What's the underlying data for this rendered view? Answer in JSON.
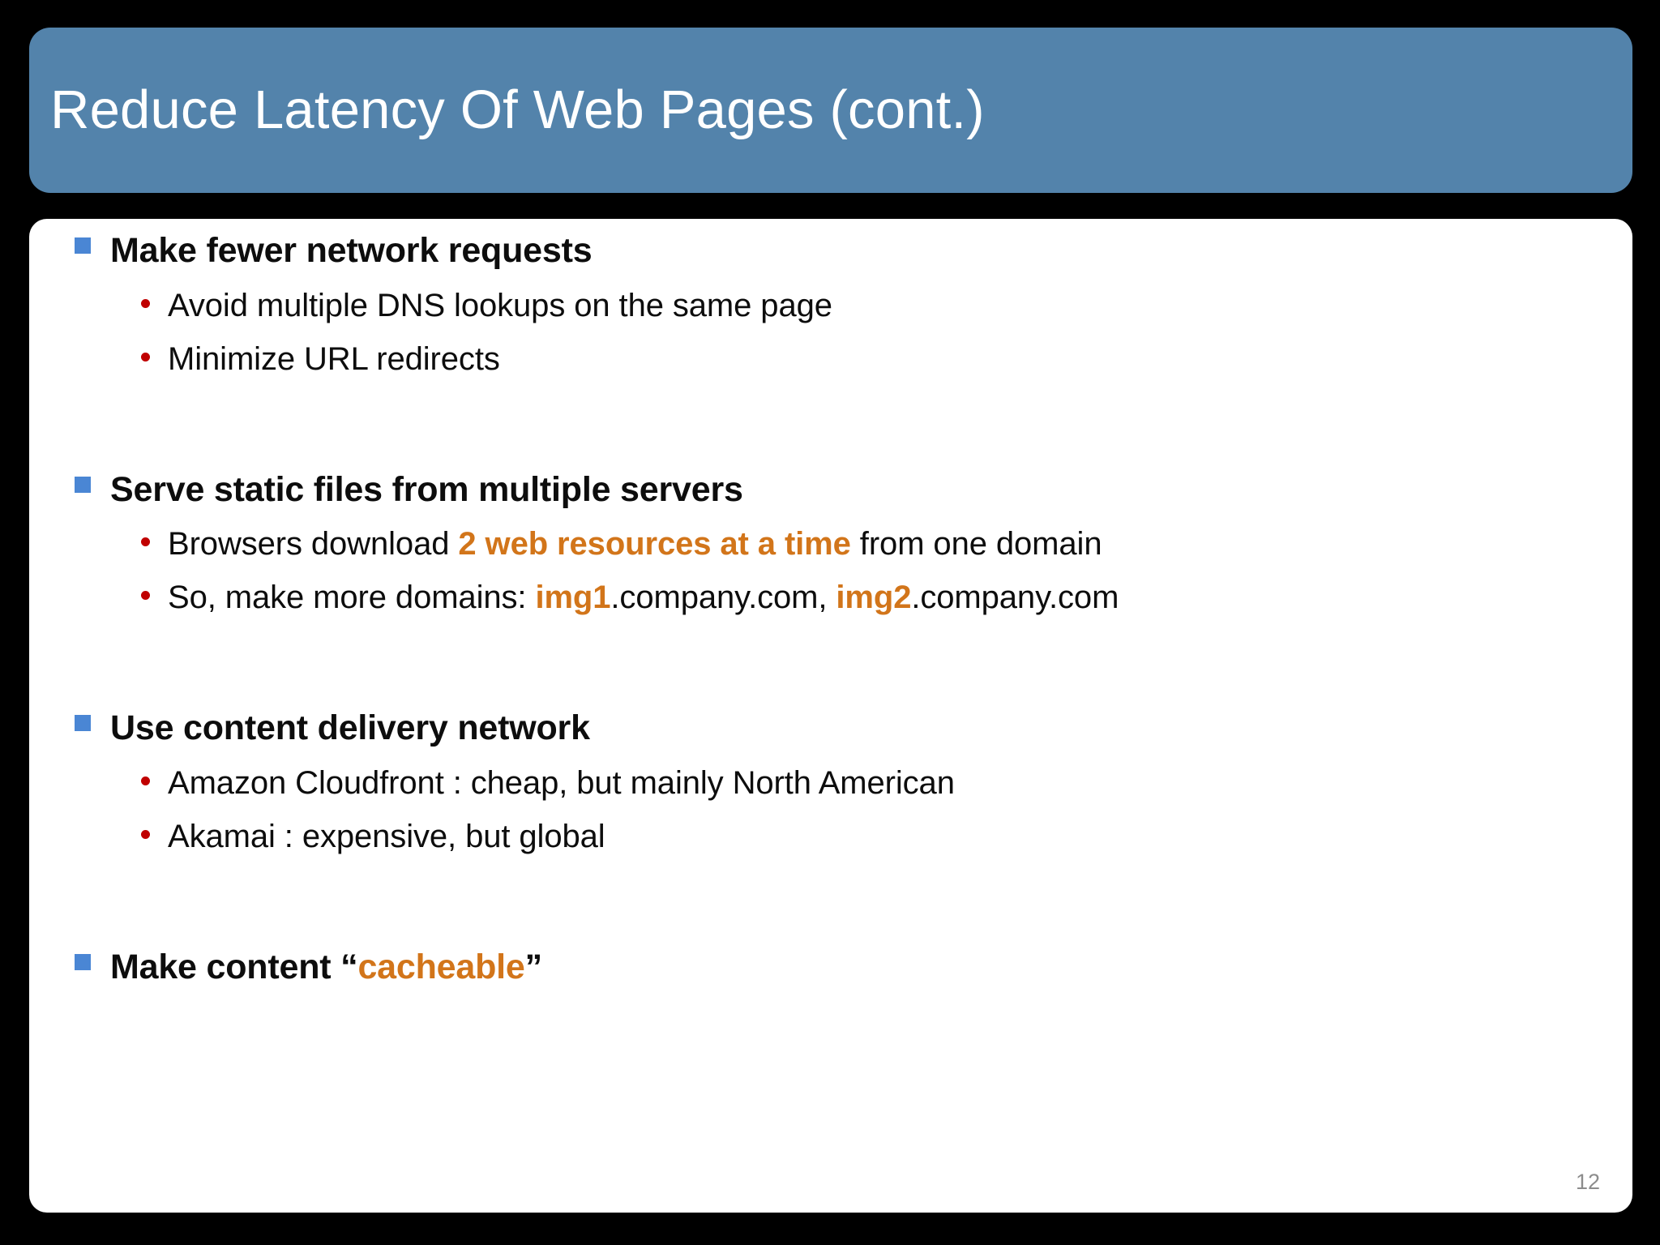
{
  "slide": {
    "title": "Reduce Latency Of Web Pages (cont.)",
    "page_number": "12",
    "colors": {
      "title_bar": "#5383ab",
      "title_text": "#ffffff",
      "panel_background": "#ffffff",
      "slide_background": "#000000",
      "square_bullet": "#4a86d4",
      "dot_bullet": "#c00000",
      "highlight_text": "#d2751a",
      "body_text": "#0d0d0d",
      "page_number": "#8c8c8c"
    }
  },
  "sections": [
    {
      "heading": "Make fewer network requests",
      "heading_parts": [
        {
          "text": "Make fewer network requests",
          "highlight": false
        }
      ],
      "bullets": [
        {
          "text": "Avoid multiple DNS lookups on the same page",
          "parts": [
            {
              "text": "Avoid multiple DNS lookups on the same page",
              "highlight": false
            }
          ]
        },
        {
          "text": "Minimize URL redirects",
          "parts": [
            {
              "text": "Minimize URL redirects",
              "highlight": false
            }
          ]
        }
      ]
    },
    {
      "heading": "Serve static files from multiple servers",
      "heading_parts": [
        {
          "text": "Serve static files from multiple servers",
          "highlight": false
        }
      ],
      "bullets": [
        {
          "text": "Browsers download 2 web resources at a time from one domain",
          "parts": [
            {
              "text": "Browsers download ",
              "highlight": false
            },
            {
              "text": "2 web resources at a time",
              "highlight": true
            },
            {
              "text": " from one domain",
              "highlight": false
            }
          ]
        },
        {
          "text": "So, make more domains: img1.company.com, img2.company.com",
          "parts": [
            {
              "text": "So, make more domains: ",
              "highlight": false
            },
            {
              "text": "img1",
              "highlight": true
            },
            {
              "text": ".company.com, ",
              "highlight": false
            },
            {
              "text": "img2",
              "highlight": true
            },
            {
              "text": ".company.com",
              "highlight": false
            }
          ]
        }
      ]
    },
    {
      "heading": "Use content delivery network",
      "heading_parts": [
        {
          "text": "Use content delivery network",
          "highlight": false
        }
      ],
      "bullets": [
        {
          "text": "Amazon Cloudfront : cheap, but mainly North American",
          "parts": [
            {
              "text": "Amazon Cloudfront : cheap, but mainly North American",
              "highlight": false
            }
          ]
        },
        {
          "text": "Akamai : expensive, but global",
          "parts": [
            {
              "text": "Akamai : expensive, but global",
              "highlight": false
            }
          ]
        }
      ]
    },
    {
      "heading": "Make content “cacheable”",
      "heading_parts": [
        {
          "text": "Make content “",
          "highlight": false
        },
        {
          "text": "cacheable",
          "highlight": true
        },
        {
          "text": "”",
          "highlight": false
        }
      ],
      "bullets": []
    }
  ]
}
